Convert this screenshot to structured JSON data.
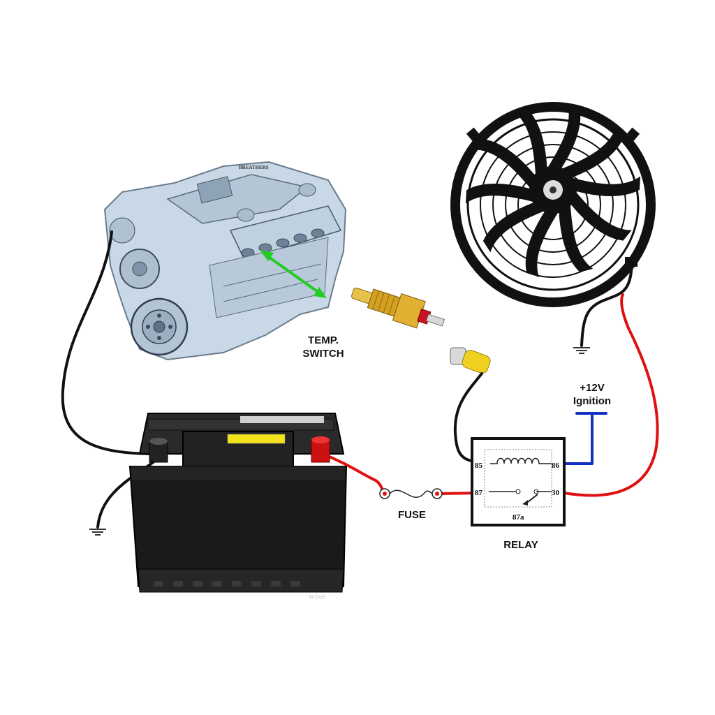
{
  "labels": {
    "temp_switch_line1": "TEMP.",
    "temp_switch_line2": "SWITCH",
    "fuse": "FUSE",
    "relay": "RELAY",
    "ignition_line1": "+12V",
    "ignition_line2": "Ignition",
    "engine_note": "BREATHERS",
    "battery_watermark": "wise"
  },
  "relay_pins": {
    "pin85": "85",
    "pin86": "86",
    "pin87": "87",
    "pin30": "30",
    "pin87a": "87a"
  },
  "colors": {
    "wire_power": "#e01010",
    "wire_ground": "#111111",
    "wire_ignition": "#1030c0",
    "indicator_arrow": "#22cc22",
    "switch_brass": "#d4a020",
    "terminal_yellow": "#f0d020",
    "battery_body": "#1a1a1a",
    "battery_label": "#f2e21a",
    "engine_tint": "#c9d8e6"
  },
  "icons": [
    "engine-drawing",
    "temperature-switch-icon",
    "battery-icon",
    "fuse-icon",
    "relay-icon",
    "cooling-fan-icon",
    "ground-symbol-icon"
  ]
}
